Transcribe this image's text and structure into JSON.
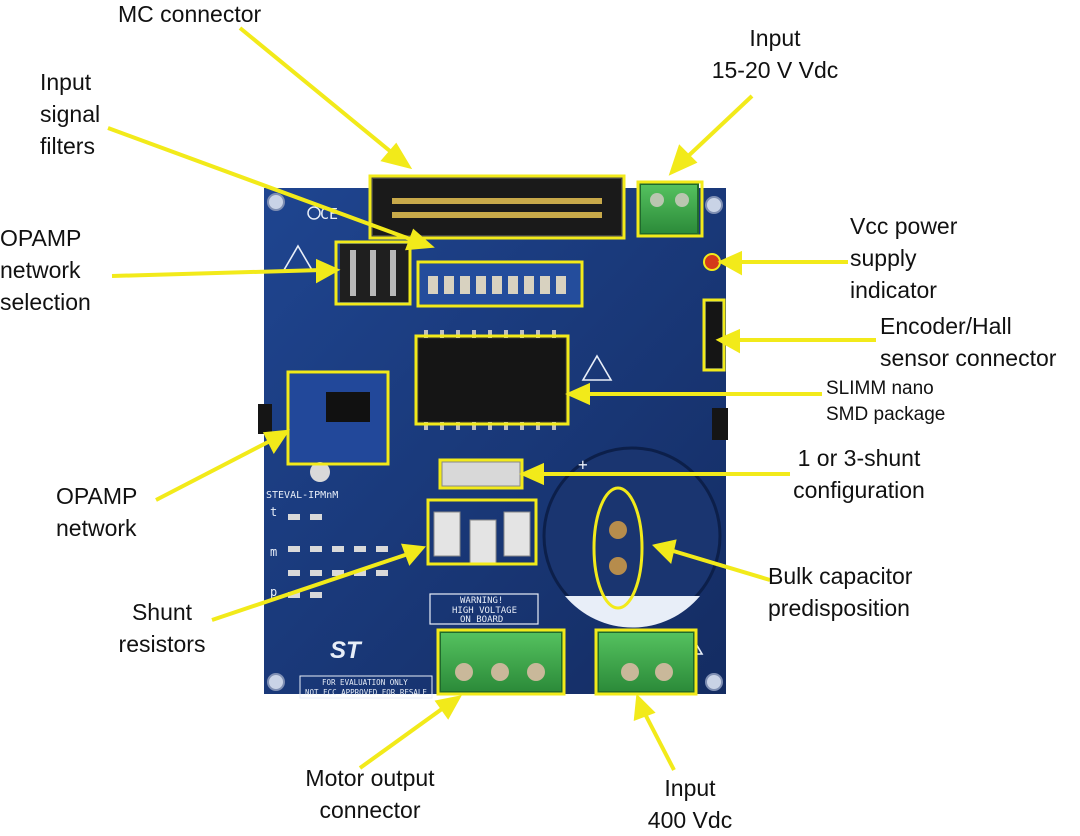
{
  "labels": {
    "mc_connector": "MC connector",
    "input_15_20": "Input\n15-20 V Vdc",
    "input_signal_filters": "Input\nsignal\nfilters",
    "opamp_network_selection": "OPAMP\nnetwork\nselection",
    "vcc_indicator": "Vcc power\nsupply\nindicator",
    "encoder_hall": "Encoder/Hall\nsensor connector",
    "slimm": "SLIMM nano\nSMD package",
    "shunt_config": "1 or 3-shunt\nconfiguration",
    "opamp_network": "OPAMP\nnetwork",
    "bulk_capacitor": "Bulk capacitor\npredisposition",
    "shunt_resistors": "Shunt\nresistors",
    "motor_output": "Motor output\nconnector",
    "input_400": "Input\n400 Vdc"
  },
  "board_text": {
    "board_name": "STEVAL-IPMnM",
    "warning_line1": "WARNING!",
    "warning_line2": "HIGH VOLTAGE",
    "warning_line3": "ON BOARD",
    "eval_line1": "FOR EVALUATION ONLY",
    "eval_line2": "NOT FCC APPROVED FOR RESALE",
    "ce_mark": "CE",
    "st_logo": "ST",
    "cap_plus": "+",
    "opamp_rows": [
      "t",
      "m",
      "p"
    ]
  },
  "colors": {
    "pcb": "#1b3a7a",
    "callout": "#f2ea1a",
    "terminal_green": "#3aa84a"
  }
}
